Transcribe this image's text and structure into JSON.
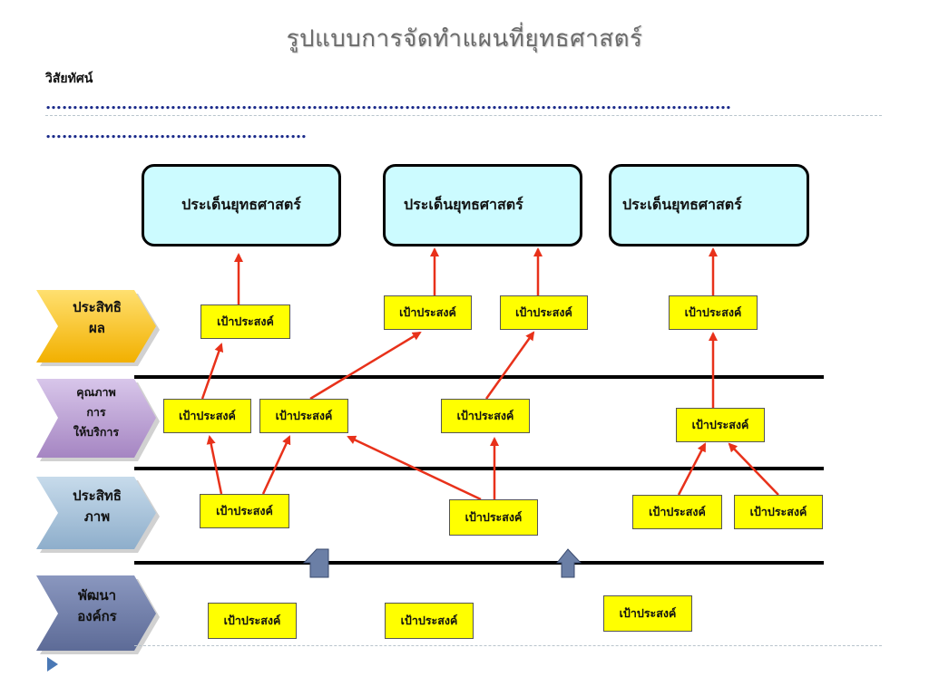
{
  "title": "รูปแบบการจัดทำแผนที่ยุทธศาสตร์",
  "vision": {
    "label": "วิสัยทัศน์",
    "line1": "………………………………………………………………………………………………………………",
    "line2": "…………………………………………"
  },
  "issues": [
    "ประเด็นยุทธศาสตร์",
    "ประเด็นยุทธศาสตร์",
    "ประเด็นยุทธศาสตร์"
  ],
  "perspectives": [
    {
      "line1": "ประสิทธิ",
      "line2": "ผล",
      "line3": "",
      "color": "#f5b800"
    },
    {
      "line1": "คุณภาพ",
      "line2": "การ",
      "line3": "ให้บริการ",
      "color": "#a98ac4"
    },
    {
      "line1": "ประสิทธิ",
      "line2": "ภาพ",
      "line3": "",
      "color": "#8fb0cc"
    },
    {
      "line1": "พัฒนา",
      "line2": "องค์กร",
      "line3": "",
      "color": "#6a7aa6"
    }
  ],
  "objective_label": "เป้าประสงค์",
  "colors": {
    "arrow": "#e8311a",
    "objective_fill": "#ffff00",
    "issue_fill": "#ccfbff",
    "block_arrow": "#6b7fa6"
  }
}
